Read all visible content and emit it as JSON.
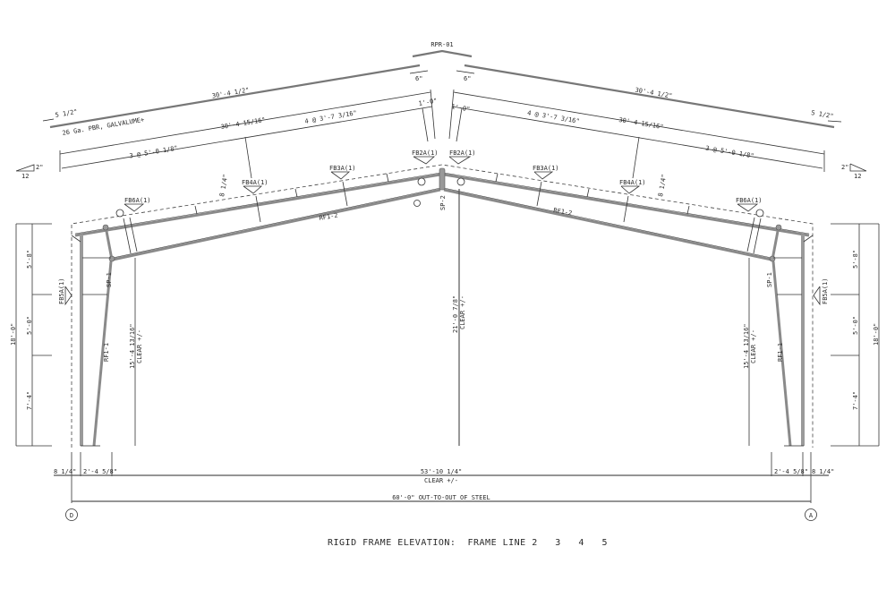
{
  "drawing": {
    "title": "RIGID FRAME ELEVATION:  FRAME LINE 2   3   4   5",
    "ridge_label": "RPR-01",
    "roof_panel_note": "26 Ga. PBR, GALVALUME+",
    "grid_left": "D",
    "grid_right": "A"
  },
  "roof_slope": {
    "left": {
      "rise": "2\"",
      "run": "12"
    },
    "right": {
      "rise": "2\"",
      "run": "12"
    }
  },
  "top_dimensions": {
    "left": {
      "panel_length": "30'-4 1/2\"",
      "overhang": "5 1/2\"",
      "ridge_gap": "6\"",
      "rafter_length": "30'-4 15/16\"",
      "purlin_spacing_upper": "4 @ 3'-7 3/16\"",
      "purlin_spacing_lower": "3 @ 5'-0 1/8\"",
      "ridge_offset": "1'-0\""
    },
    "right": {
      "panel_length": "30'-4 1/2\"",
      "overhang": "5 1/2\"",
      "ridge_gap": "6\"",
      "rafter_length": "30'-4 15/16\"",
      "purlin_spacing_upper": "4 @ 3'-7 3/16\"",
      "purlin_spacing_lower": "3 @ 5'-0 1/8\"",
      "ridge_offset": "1'-0\""
    }
  },
  "flange_braces": {
    "left": [
      "FB6A(1)",
      "FB4A(1)",
      "FB3A(1)",
      "FB2A(1)"
    ],
    "right": [
      "FB2A(1)",
      "FB3A(1)",
      "FB4A(1)",
      "FB6A(1)"
    ],
    "wall_left": "FB5A(1)",
    "wall_right": "FB5A(1)"
  },
  "members": {
    "rafter_left": "RF1-2",
    "rafter_right": "RF1-2",
    "column_left": "RF1-1",
    "column_right": "RF1-1",
    "splice_left": "SP-1",
    "splice_right": "SP-1",
    "splice_ridge": "SP-2",
    "purlin_depth_left": "8 1/4\"",
    "purlin_depth_right": "8 1/4\""
  },
  "vertical_dimensions": {
    "left": {
      "total": "18'-0\"",
      "segments": [
        "5'-8\"",
        "5'-0\"",
        "7'-4\""
      ],
      "clear": "15'-4 13/16\"",
      "clear_note": "CLEAR +/-"
    },
    "right": {
      "total": "18'-0\"",
      "segments": [
        "5'-8\"",
        "5'-0\"",
        "7'-4\""
      ],
      "clear": "15'-4 13/16\"",
      "clear_note": "CLEAR +/-"
    },
    "center": {
      "clear": "21'-0 7/8\"",
      "clear_note": "CLEAR +/-"
    }
  },
  "bottom_dimensions": {
    "left_offset": "8 1/4\"",
    "left_column_width": "2'-4 5/8\"",
    "clear_span": "53'-10 1/4\"",
    "clear_note": "CLEAR +/-",
    "right_column_width": "2'-4 5/8\"",
    "right_offset": "8 1/4\"",
    "overall": "60'-0\" OUT-TO-OUT OF STEEL"
  }
}
